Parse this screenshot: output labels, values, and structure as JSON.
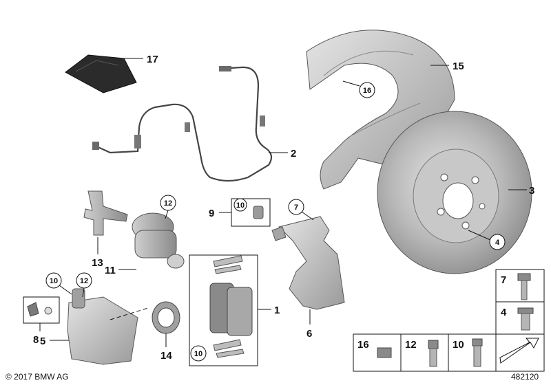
{
  "copyright": "© 2017 BMW AG",
  "diagram_id": "482120",
  "callouts": {
    "c1": "1",
    "c2": "2",
    "c3": "3",
    "c4": "4",
    "c5": "5",
    "c6": "6",
    "c7": "7",
    "c8": "8",
    "c9": "9",
    "c10a": "10",
    "c10b": "10",
    "c10c": "10",
    "c11": "11",
    "c12a": "12",
    "c12b": "12",
    "c13": "13",
    "c14": "14",
    "c15": "15",
    "c16": "16",
    "c17": "17"
  },
  "legend": {
    "r7": "7",
    "r4": "4",
    "r16": "16",
    "r12": "12",
    "r10": "10"
  },
  "colors": {
    "part_fill": "#b9b9b9",
    "part_dark": "#7a7a7a",
    "line": "#111111"
  }
}
